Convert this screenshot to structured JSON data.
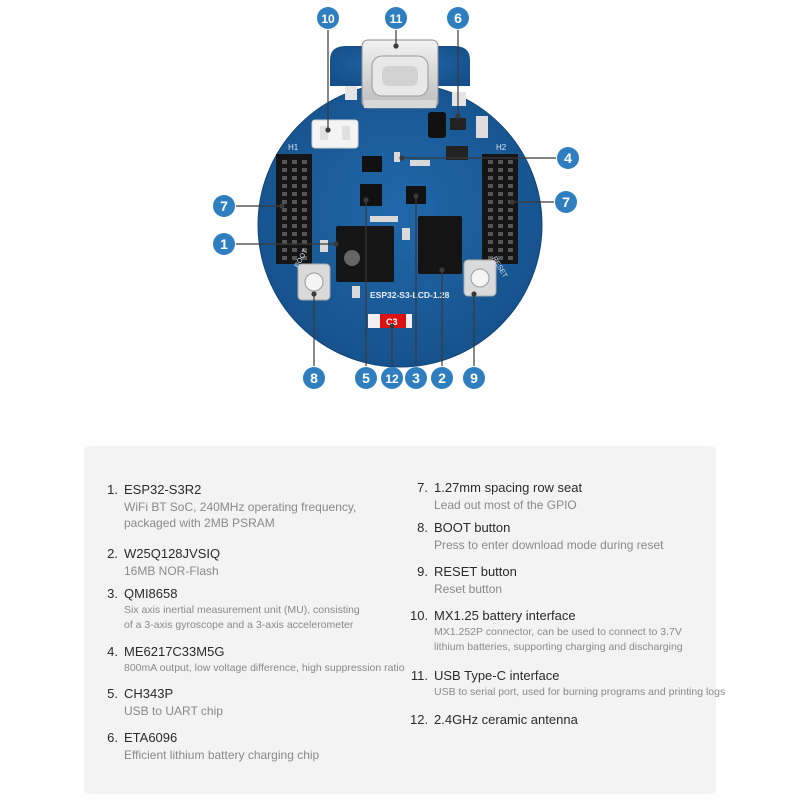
{
  "board_silkscreen": {
    "board_name": "ESP32-S3-LCD-1.28",
    "header_left": "H1",
    "header_right": "H2",
    "boot_label": "BOOT",
    "reset_label": "RESET",
    "antenna_label": "C3"
  },
  "callouts": [
    {
      "id": "callout-1",
      "number": "1"
    },
    {
      "id": "callout-2",
      "number": "2"
    },
    {
      "id": "callout-3",
      "number": "3"
    },
    {
      "id": "callout-4",
      "number": "4"
    },
    {
      "id": "callout-5",
      "number": "5"
    },
    {
      "id": "callout-6",
      "number": "6"
    },
    {
      "id": "callout-7-left",
      "number": "7"
    },
    {
      "id": "callout-7-right",
      "number": "7"
    },
    {
      "id": "callout-8",
      "number": "8"
    },
    {
      "id": "callout-9",
      "number": "9"
    },
    {
      "id": "callout-10",
      "number": "10"
    },
    {
      "id": "callout-11",
      "number": "11"
    },
    {
      "id": "callout-12",
      "number": "12"
    }
  ],
  "legend": {
    "left": [
      {
        "number": "1.",
        "title": "ESP32-S3R2",
        "desc": [
          "WiFi BT SoC, 240MHz operating frequency,",
          "packaged with 2MB PSRAM"
        ]
      },
      {
        "number": "2.",
        "title": "W25Q128JVSIQ",
        "desc": [
          "16MB NOR-Flash"
        ]
      },
      {
        "number": "3.",
        "title": "QMI8658",
        "desc": [
          "Six axis inertial measurement unit (MU), consisting",
          "of a 3-axis gyroscope and a 3-axis accelerometer"
        ]
      },
      {
        "number": "4.",
        "title": "ME6217C33M5G",
        "desc": [
          "800mA output, low voltage difference, high suppression ratio"
        ]
      },
      {
        "number": "5.",
        "title": "CH343P",
        "desc": [
          "USB to UART chip"
        ]
      },
      {
        "number": "6.",
        "title": "ETA6096",
        "desc": [
          "Efficient lithium battery charging chip"
        ]
      }
    ],
    "right": [
      {
        "number": "7.",
        "title": "1.27mm spacing row seat",
        "desc": [
          "Lead out most of the GPIO"
        ]
      },
      {
        "number": "8.",
        "title": "BOOT button",
        "desc": [
          "Press to enter download mode during reset"
        ]
      },
      {
        "number": "9.",
        "title": "RESET button",
        "desc": [
          "Reset button"
        ]
      },
      {
        "number": "10.",
        "title": "MX1.25 battery interface",
        "desc": [
          "MX1.252P connector, can be used to connect to 3.7V",
          "lithium batteries, supporting charging and discharging"
        ]
      },
      {
        "number": "11.",
        "title": "USB Type-C interface",
        "desc": [
          "USB to serial port, used for burning programs and printing logs"
        ]
      },
      {
        "number": "12.",
        "title": "2.4GHz ceramic antenna",
        "desc": []
      }
    ]
  },
  "colors": {
    "board": "#1b5f9e",
    "board_edge": "#164f86",
    "callout": "#2f7fc0",
    "leader": "#3a3a3a",
    "panel_bg": "#f3f3f3"
  }
}
